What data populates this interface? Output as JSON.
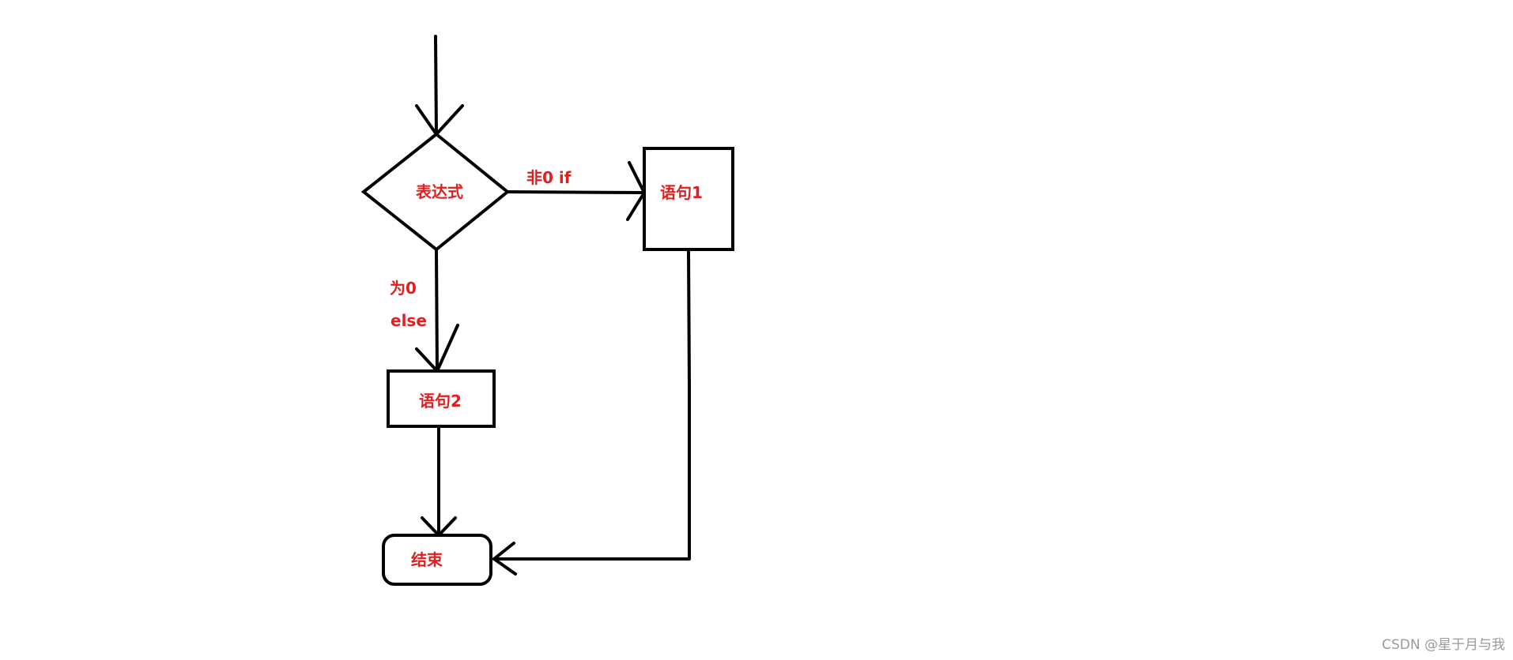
{
  "diagram": {
    "nodes": {
      "condition": "表达式",
      "statement_1": "语句1",
      "statement_2": "语句2",
      "end": "结束"
    },
    "edges": {
      "true_label": "非0 if",
      "false_label_line1": "为0",
      "false_label_line2": "else"
    }
  },
  "watermark": "CSDN @星于月与我",
  "colors": {
    "label": "#e02020",
    "stroke": "#000000",
    "background": "#ffffff"
  }
}
